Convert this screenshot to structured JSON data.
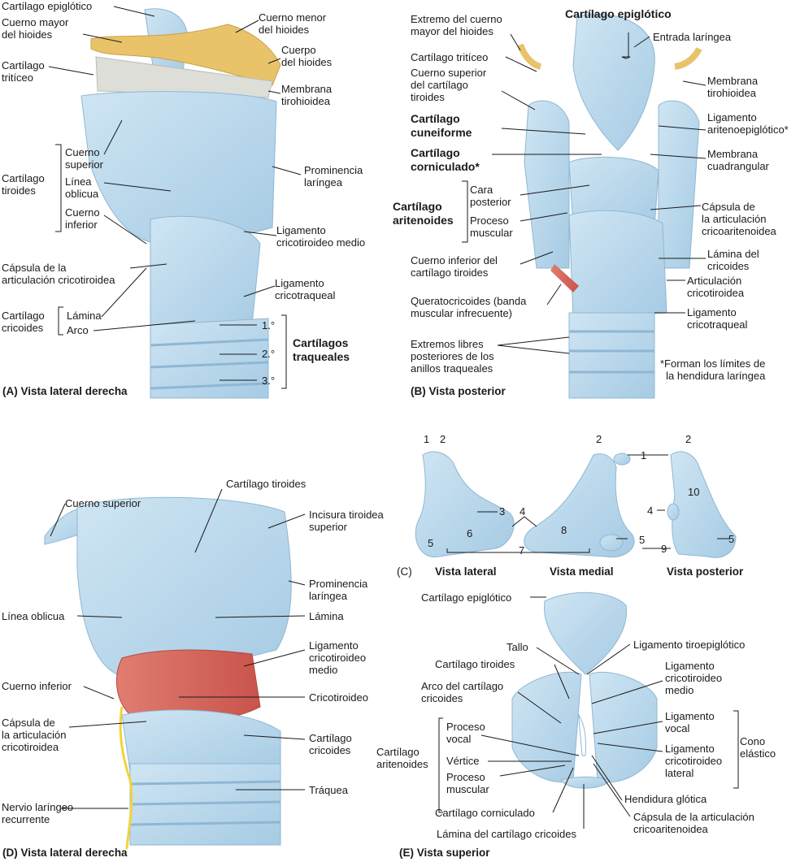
{
  "panelA": {
    "caption": "(A) Vista lateral derecha",
    "labels": {
      "epiglotico": "Cartílago epiglótico",
      "cuerno_mayor": [
        "Cuerno mayor",
        "del hioides"
      ],
      "triticeo": [
        "Cartílago",
        "tritíceo"
      ],
      "cuerno_menor": [
        "Cuerno menor",
        "del hioides"
      ],
      "cuerpo": [
        "Cuerpo",
        "del hioides"
      ],
      "membrana": [
        "Membrana",
        "tirohioidea"
      ],
      "tiroides_group": [
        "Cartílago",
        "tiroides"
      ],
      "cuerno_superior": [
        "Cuerno",
        "superior"
      ],
      "linea_oblicua": [
        "Línea",
        "oblicua"
      ],
      "cuerno_inferior": [
        "Cuerno",
        "inferior"
      ],
      "prominencia": [
        "Prominencia",
        "laríngea"
      ],
      "lig_cricotiroideo": [
        "Ligamento",
        "cricotiroideo medio"
      ],
      "capsula": [
        "Cápsula de la",
        "articulación cricotiroidea"
      ],
      "lig_cricotraqueal": [
        "Ligamento",
        "cricotraqueal"
      ],
      "cricoides_group": [
        "Cartílago",
        "cricoides"
      ],
      "lamina": "Lámina",
      "arco": "Arco",
      "t1": "1.°",
      "t2": "2.°",
      "t3": "3.°",
      "traqueales": [
        "Cartílagos",
        "traqueales"
      ]
    }
  },
  "panelB": {
    "caption": "(B) Vista posterior",
    "labels": {
      "extremo_cuerno": [
        "Extremo del cuerno",
        "mayor del hioides"
      ],
      "epiglotico": "Cartílago epiglótico",
      "entrada": "Entrada laríngea",
      "triticeo": "Cartílago tritíceo",
      "cuerno_superior": [
        "Cuerno superior",
        "del cartílago",
        "tiroides"
      ],
      "membrana": [
        "Membrana",
        "tirohioidea"
      ],
      "cuneiforme": [
        "Cartílago",
        "cuneiforme"
      ],
      "lig_aritenoepiglotico": [
        "Ligamento",
        "aritenoepiglótico*"
      ],
      "corniculado": [
        "Cartílago",
        "corniculado*"
      ],
      "membrana_cuadrangular": [
        "Membrana",
        "cuadrangular"
      ],
      "aritenoides": [
        "Cartílago",
        "aritenoides"
      ],
      "cara_posterior": [
        "Cara",
        "posterior"
      ],
      "proceso_muscular": [
        "Proceso",
        "muscular"
      ],
      "capsula_crico": [
        "Cápsula de",
        "la articulación",
        "cricoaritenoidea"
      ],
      "lamina_cricoides": [
        "Lámina del",
        "cricoides"
      ],
      "cuerno_inferior": [
        "Cuerno inferior del",
        "cartílago tiroides"
      ],
      "articulacion": [
        "Articulación",
        "cricotiroidea"
      ],
      "queratocricoides": [
        "Queratocricoides (banda",
        "muscular infrecuente)"
      ],
      "lig_cricotraqueal": [
        "Ligamento",
        "cricotraqueal"
      ],
      "extremos": [
        "Extremos libres",
        "posteriores de los",
        "anillos traqueales"
      ],
      "nota": [
        "*Forman los límites de",
        "la hendidura laríngea"
      ]
    }
  },
  "panelC": {
    "captions": [
      "(C)",
      "Vista lateral",
      "Vista medial",
      "Vista posterior"
    ],
    "numbers": [
      "1",
      "2",
      "3",
      "4",
      "5",
      "6",
      "7",
      "8",
      "9",
      "10"
    ]
  },
  "panelD": {
    "caption": "(D) Vista lateral derecha",
    "labels": {
      "cuerno_superior": "Cuerno superior",
      "tiroides": "Cartílago tiroides",
      "incisura": [
        "Incisura tiroidea",
        "superior"
      ],
      "prominencia": [
        "Prominencia",
        "laríngea"
      ],
      "linea_oblicua": "Línea oblicua",
      "lamina": "Lámina",
      "lig_cricotiroideo": [
        "Ligamento",
        "cricotiroideo",
        "medio"
      ],
      "cuerno_inferior": "Cuerno inferior",
      "cricotiroideo": "Cricotiroideo",
      "capsula": [
        "Cápsula de",
        "la articulación",
        "cricotiroidea"
      ],
      "cricoides": [
        "Cartílago",
        "cricoides"
      ],
      "traquea": "Tráquea",
      "nervio": [
        "Nervio laríngeo",
        "recurrente"
      ]
    }
  },
  "panelE": {
    "caption": "(E) Vista superior",
    "labels": {
      "epiglotico": "Cartílago epiglótico",
      "tallo": "Tallo",
      "lig_tiroepiglotico": "Ligamento tiroepiglótico",
      "tiroides": "Cartílago tiroides",
      "lig_cricotiroideo": [
        "Ligamento",
        "cricotiroideo",
        "medio"
      ],
      "arco": [
        "Arco del cartílago",
        "cricoides"
      ],
      "lig_vocal": [
        "Ligamento",
        "vocal"
      ],
      "cono": [
        "Cono",
        "elástico"
      ],
      "aritenoides": [
        "Cartílago",
        "aritenoides"
      ],
      "proceso_vocal": [
        "Proceso",
        "vocal"
      ],
      "vertice": "Vértice",
      "lig_lateral": [
        "Ligamento",
        "cricotiroideo",
        "lateral"
      ],
      "proceso_muscular": [
        "Proceso",
        "muscular"
      ],
      "hendidura": "Hendidura glótica",
      "corniculado": "Cartílago corniculado",
      "capsula": [
        "Cápsula de la articulación",
        "cricoaritenoidea"
      ],
      "lamina": "Lámina del cartílago cricoides"
    }
  },
  "colors": {
    "cartilage": "#b9d8ec",
    "cartilage_dark": "#8fb7d3",
    "hyoid": "#e8c36a",
    "muscle": "#d9675c",
    "ligament": "#d6d6d2",
    "nerve": "#f2d33a",
    "line": "#1a1a1a"
  }
}
